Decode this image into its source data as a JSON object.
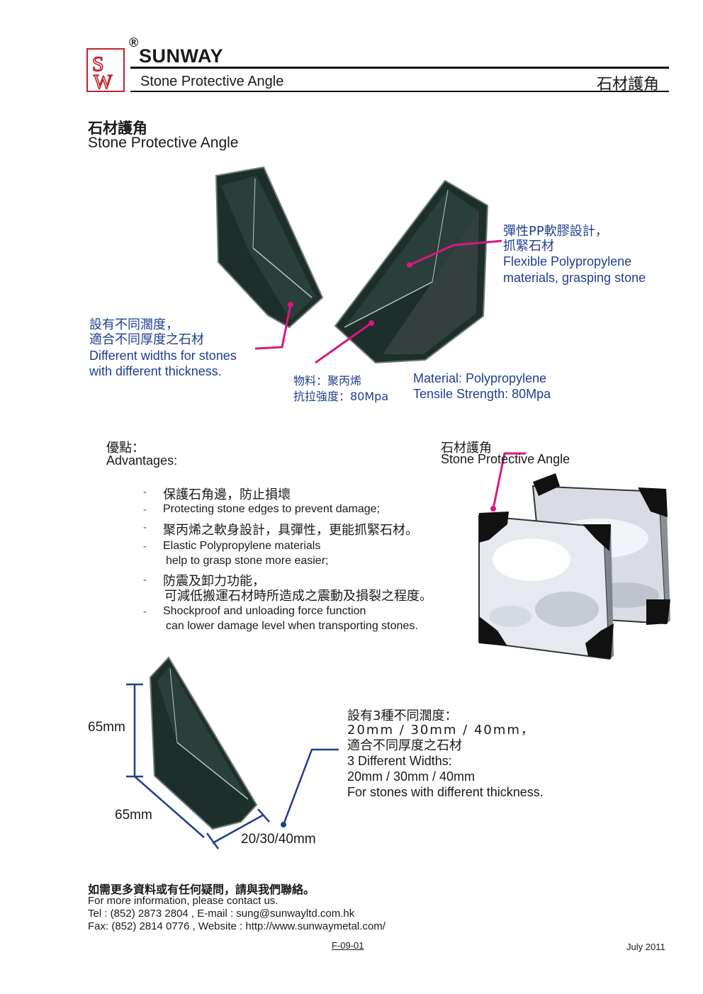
{
  "header": {
    "registered_mark": "®",
    "brand": "SUNWAY",
    "subtitle_en": "Stone Protective Angle",
    "subtitle_zh": "石材護角",
    "logo_letters": "SW"
  },
  "title": {
    "zh": "石材護角",
    "en": "Stone Protective Angle"
  },
  "callouts": {
    "widths": {
      "zh_line1": "設有不同濶度，",
      "zh_line2": "適合不同厚度之石材",
      "en_line1": "Different widths for stones",
      "en_line2": "with different thickness."
    },
    "flexible": {
      "zh_line1": "彈性PP軟膠設計，",
      "zh_line2": "抓緊石材",
      "en_line1": "Flexible Polypropylene",
      "en_line2": "materials, grasping stone"
    },
    "material": {
      "zh_line1": "物料：聚丙烯",
      "zh_line2": "抗拉強度：80Mpa",
      "en_line1": "Material: Polypropylene",
      "en_line2": "Tensile Strength: 80Mpa"
    }
  },
  "advantages": {
    "heading_zh": "優點：",
    "heading_en": "Advantages:",
    "dash": "-",
    "items": [
      {
        "text": "保護石角邊，防止損壞",
        "kind": "zh"
      },
      {
        "text": "Protecting stone edges to prevent damage;",
        "kind": "en"
      },
      {
        "text": "聚丙烯之軟身設計，具彈性，更能抓緊石材。",
        "kind": "zh"
      },
      {
        "text": "Elastic Polypropylene materials",
        "cont": "help to grasp stone more easier;",
        "kind": "en"
      },
      {
        "text": "防震及卸力功能，",
        "cont": "可減低搬運石材時所造成之震動及損裂之程度。",
        "kind": "zh"
      },
      {
        "text": "Shockproof and unloading force function",
        "cont": "can lower damage level when transporting stones.",
        "kind": "en"
      }
    ]
  },
  "illustration": {
    "label_zh": "石材護角",
    "label_en": "Stone Protective Angle"
  },
  "dimensions": {
    "height": "65mm",
    "depth": "65mm",
    "width": "20/30/40mm",
    "zh_line1": "設有3種不同濶度：",
    "zh_line2": "20mm / 30mm / 40mm，",
    "zh_line3": "適合不同厚度之石材",
    "en_line1": "3 Different Widths:",
    "en_line2": "20mm / 30mm / 40mm",
    "en_line3": "For stones with different thickness."
  },
  "footer": {
    "zh": "如需更多資料或有任何疑問，請與我們聯絡。",
    "line1": "For more information, please contact us.",
    "line2": "Tel : (852) 2873 2804 , E-mail : sung@sunwayltd.com.hk",
    "line3": "Fax: (852) 2814 0776 , Website : http://www.sunwaymetal.com/",
    "code": "F-09-01",
    "date": "July 2011"
  },
  "colors": {
    "accent_magenta": "#d6187e",
    "text_blue": "#1f3f8f",
    "logo_red": "#c0232b",
    "product_dark": "#1d2e2b"
  }
}
